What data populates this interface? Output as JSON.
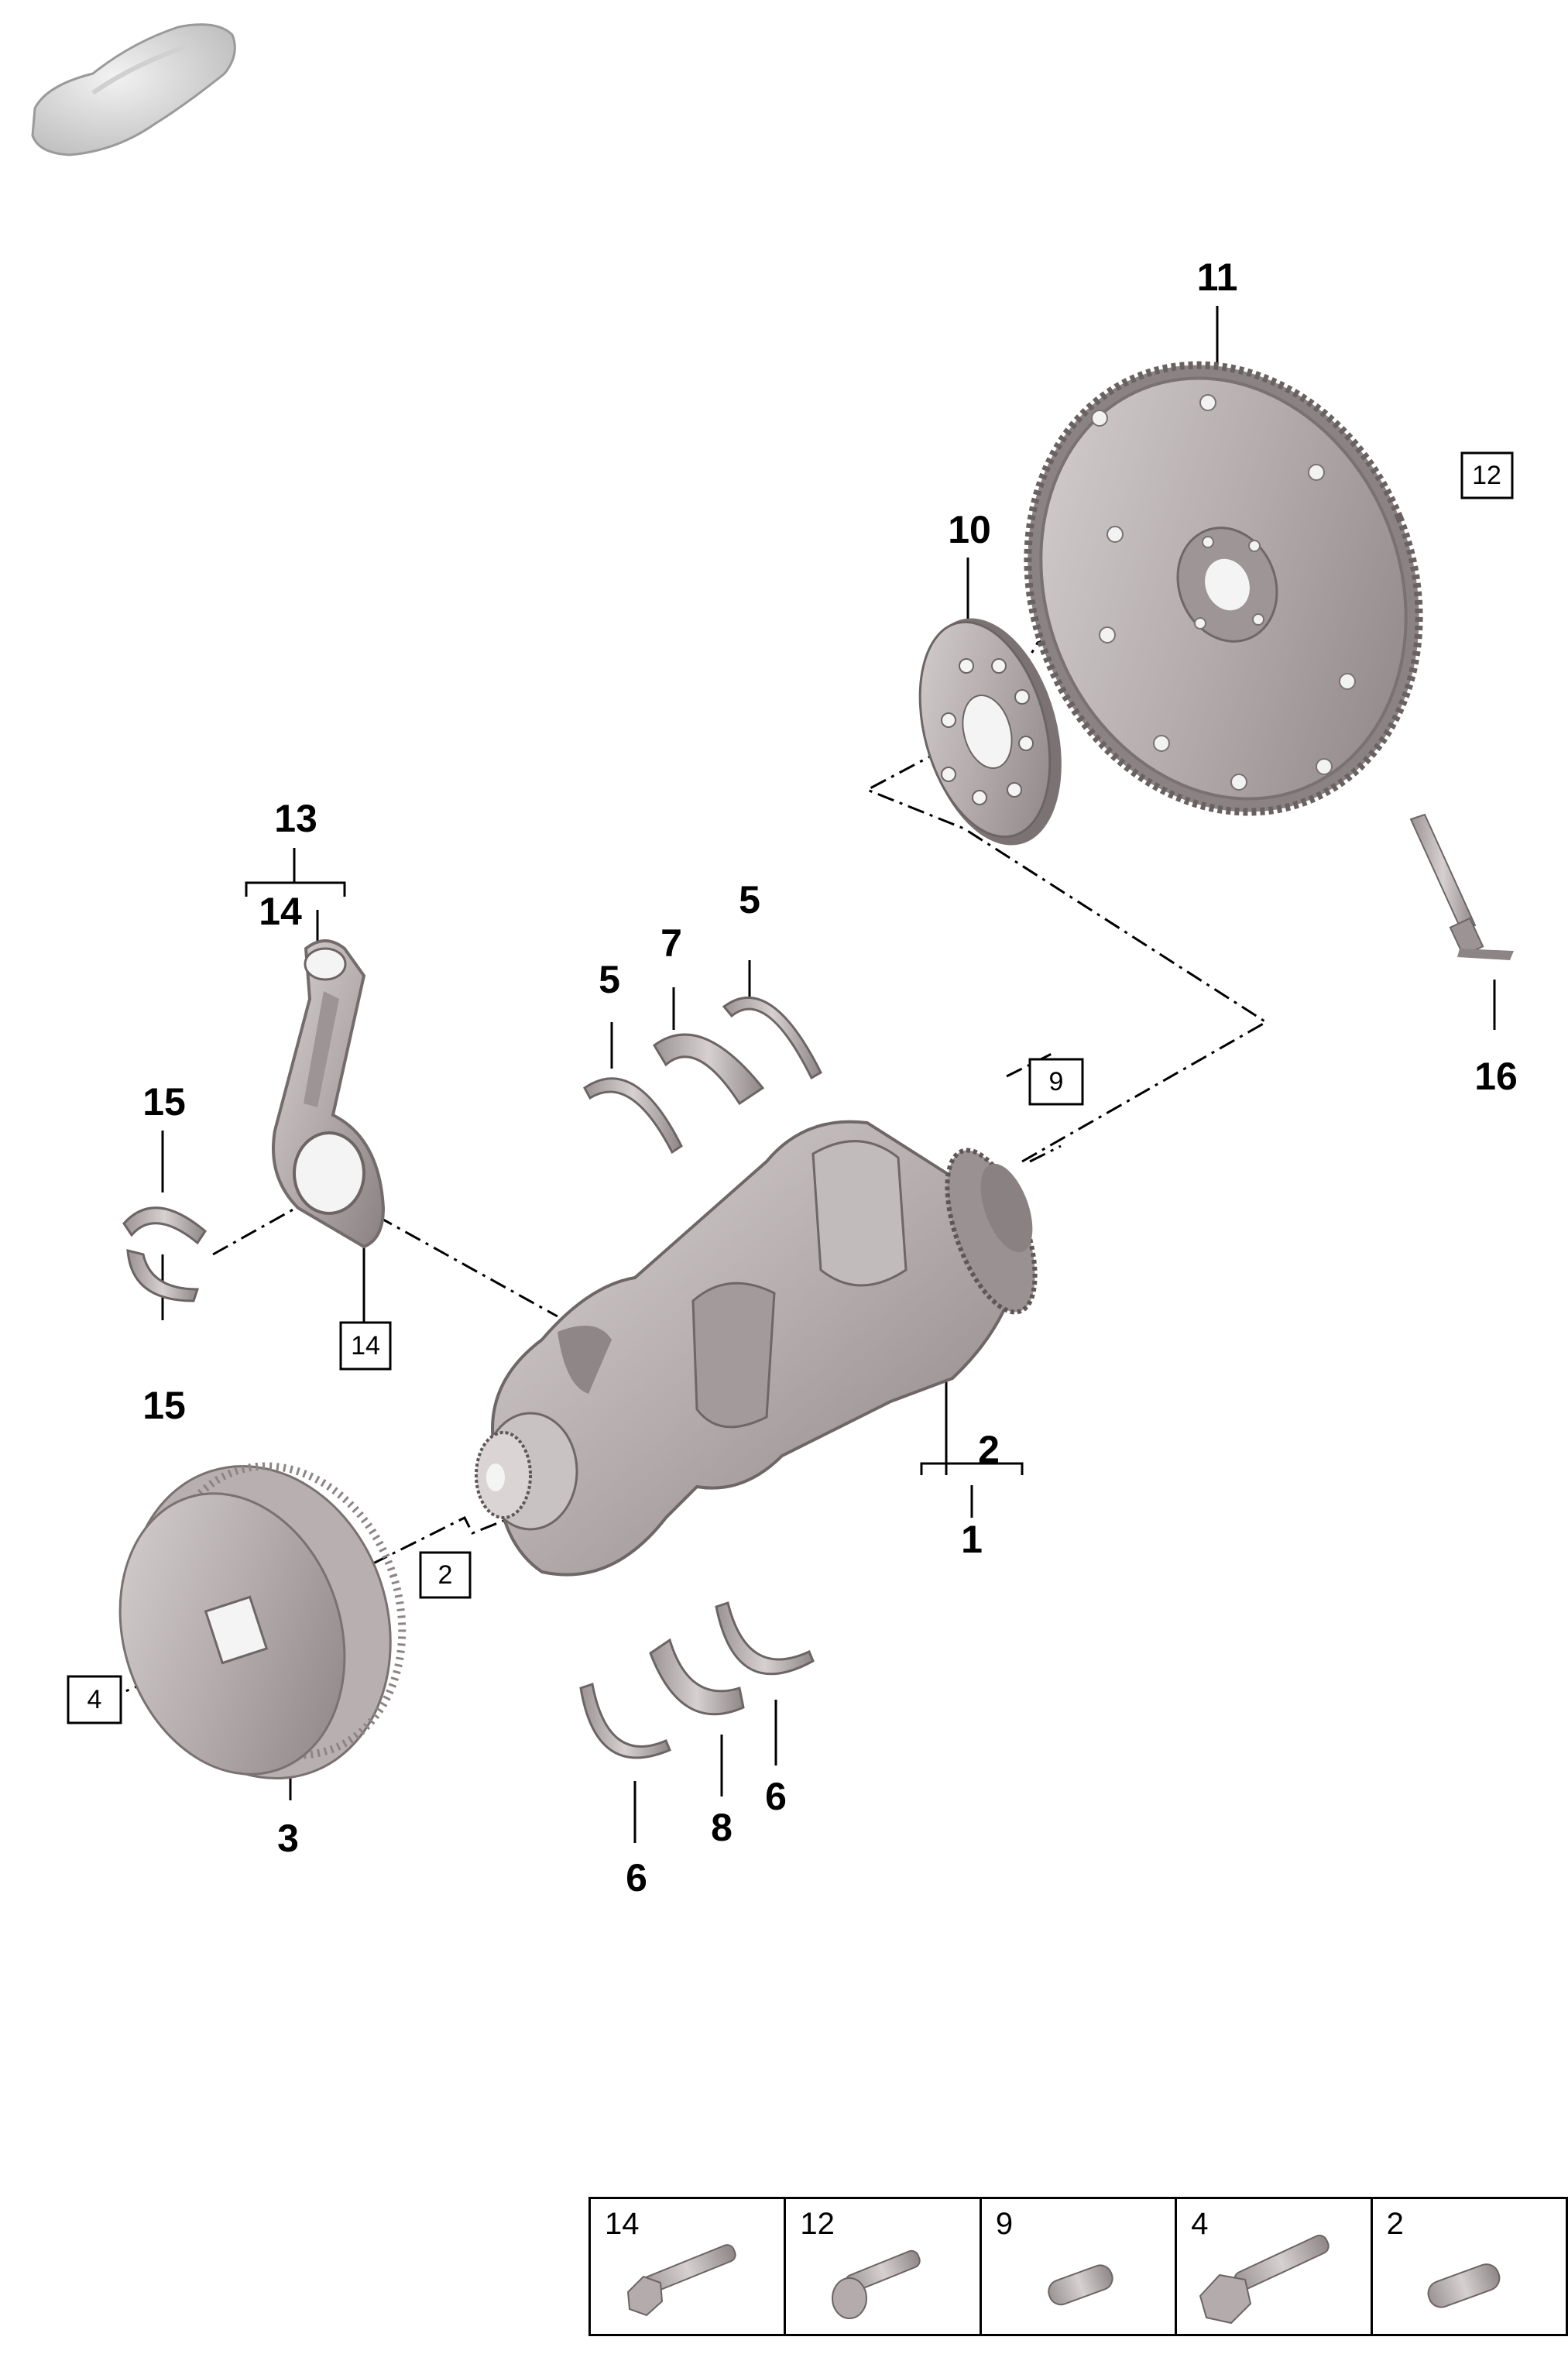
{
  "callouts": {
    "c1": "1",
    "c2": "2",
    "c3": "3",
    "c5a": "5",
    "c5b": "5",
    "c6a": "6",
    "c6b": "6",
    "c7": "7",
    "c8": "8",
    "c10": "10",
    "c11": "11",
    "c13": "13",
    "c14": "14",
    "c15a": "15",
    "c15b": "15",
    "c16": "16"
  },
  "boxed_refs": {
    "b2": "2",
    "b4": "4",
    "b9": "9",
    "b12": "12",
    "b14": "14"
  },
  "legend": [
    {
      "label": "14",
      "icon": "bolt-hex-flange-long-icon"
    },
    {
      "label": "12",
      "icon": "bolt-torx-head-icon"
    },
    {
      "label": "9",
      "icon": "dowel-pin-icon"
    },
    {
      "label": "4",
      "icon": "bolt-hex-collar-icon"
    },
    {
      "label": "2",
      "icon": "dowel-pin-icon"
    }
  ],
  "colors": {
    "part": "#b9b2b2",
    "part_dark": "#7e7676",
    "part_light": "#dcd7d7",
    "line": "#000000"
  }
}
